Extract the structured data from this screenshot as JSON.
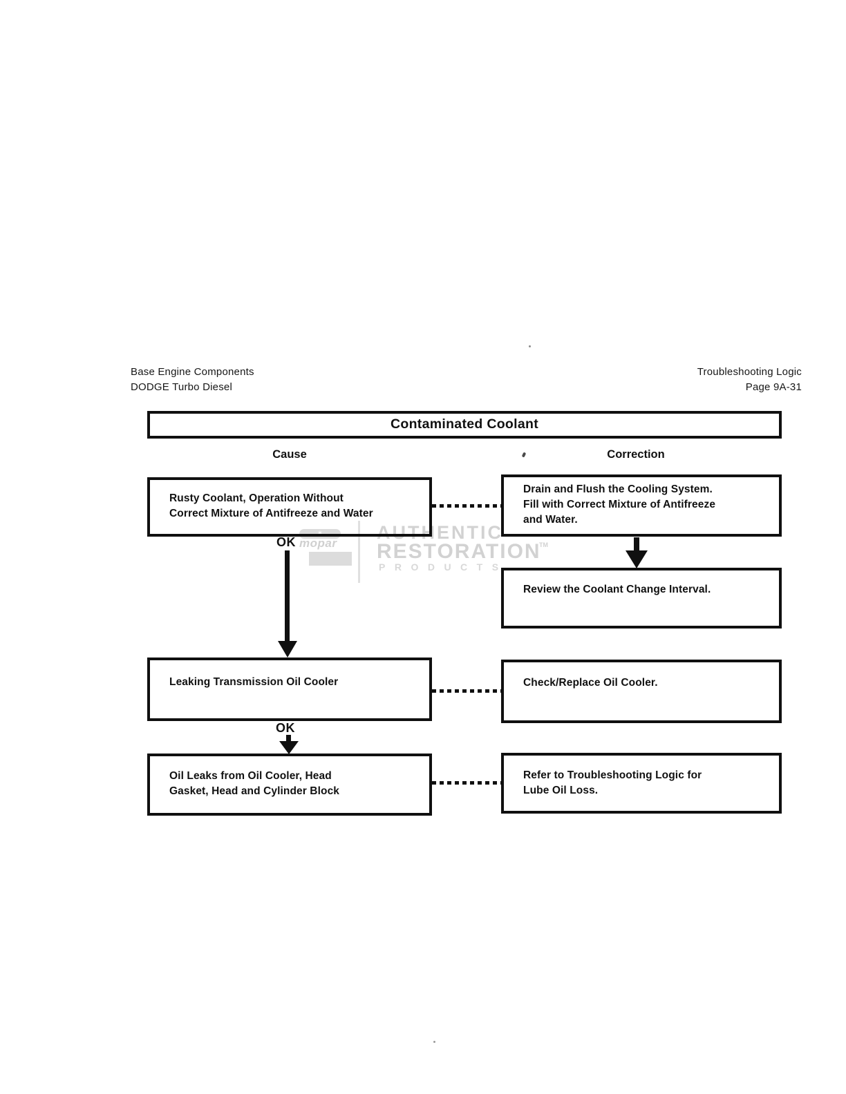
{
  "header": {
    "left_line1": "Base Engine Components",
    "left_line2": "DODGE Turbo Diesel",
    "right_line1": "Troubleshooting Logic",
    "right_line2": "Page 9A-31"
  },
  "diagram": {
    "title": "Contaminated Coolant",
    "column_headers": {
      "cause": "Cause",
      "correction": "Correction"
    },
    "ok_label": "OK",
    "rows": [
      {
        "cause_lines": [
          "Rusty Coolant, Operation Without",
          "Correct Mixture of Antifreeze and Water"
        ],
        "correction_lines": [
          "Drain and Flush the Cooling System.",
          "Fill with Correct Mixture of Antifreeze",
          "and Water."
        ]
      },
      {
        "cause_lines": [
          "Leaking Transmission Oil Cooler"
        ],
        "correction_lines": [
          "Check/Replace Oil Cooler."
        ]
      },
      {
        "cause_lines": [
          "Oil Leaks from Oil Cooler, Head",
          "Gasket, Head and Cylinder Block"
        ],
        "correction_lines": [
          "Refer to Troubleshooting Logic for",
          "Lube Oil Loss."
        ]
      }
    ],
    "followup_line1": "Review the Coolant Change Interval."
  },
  "watermark": {
    "line1": "AUTHENTIC",
    "line2": "RESTORATION",
    "trademark": "TM",
    "line3": "PRODUCTS",
    "logo_word": "mopar",
    "pentastar_glyph": "✶"
  },
  "colors": {
    "ink": "#101010",
    "watermark_gray": "#d2d2d2",
    "background": "#ffffff"
  }
}
